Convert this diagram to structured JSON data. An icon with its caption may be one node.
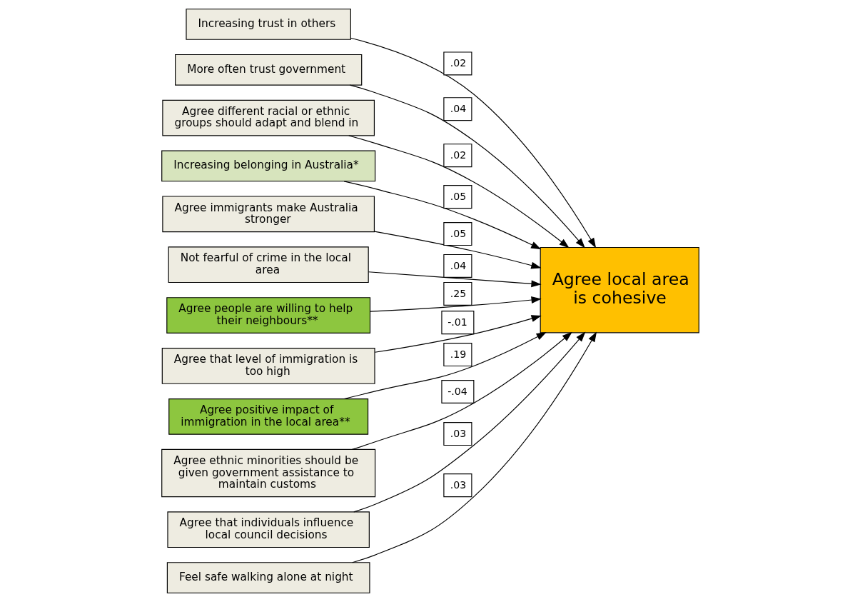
{
  "diagram": {
    "nodes": [
      {
        "text": [
          "Increasing trust in others"
        ]
      },
      {
        "text": [
          "More often trust government"
        ]
      },
      {
        "text": [
          "Agree different racial or ethnic groups should adapt and blend in"
        ]
      },
      {
        "text": [
          "Increasing belonging in Australia*"
        ]
      },
      {
        "text": [
          "Agree local area is cohesive"
        ]
      },
      {
        "text": [
          "Agree immigrants make Australia stronger"
        ]
      },
      {
        "text": [
          "Not fearful of crime in the local area"
        ]
      },
      {
        "text": [
          "Agree people are willing to help their neighbours**"
        ]
      },
      {
        "text": [
          "Agree that level of immigration is too high"
        ]
      },
      {
        "text": [
          "Agree positive impact of immigration in the local area**"
        ]
      },
      {
        "text": [
          "Agree ethnic minorities should be given government assistance to maintain customs"
        ]
      },
      {
        "text": [
          "Agree that individuals influence local council decisions"
        ]
      },
      {
        "text": [
          "Feel safe walking alone at night"
        ]
      }
    ],
    "edges": [
      {
        "from": 0,
        "to": 4,
        "arrow": "to",
        "label": ".02"
      },
      {
        "from": 1,
        "to": 4,
        "arrow": "to",
        "label": ".04"
      },
      {
        "from": 2,
        "to": 4,
        "arrow": "to",
        "label": ".02"
      },
      {
        "from": 3,
        "to": 4,
        "arrow": "to",
        "label": ".05"
      },
      {
        "from": 5,
        "to": 4,
        "arrow": "to",
        "label": ".05"
      },
      {
        "from": 6,
        "to": 4,
        "arrow": "to",
        "label": ".04"
      },
      {
        "from": 7,
        "to": 4,
        "arrow": "to",
        "label": ".25"
      },
      {
        "from": 8,
        "to": 4,
        "arrow": "to",
        "label": "-.01"
      },
      {
        "from": 9,
        "to": 4,
        "arrow": "to",
        "label": ".19"
      },
      {
        "from": 10,
        "to": 4,
        "arrow": "to",
        "label": "-.04"
      },
      {
        "from": 11,
        "to": 4,
        "arrow": "to",
        "label": ".03"
      },
      {
        "from": 12,
        "to": 4,
        "arrow": "to",
        "label": ".03"
      }
    ]
  }
}
